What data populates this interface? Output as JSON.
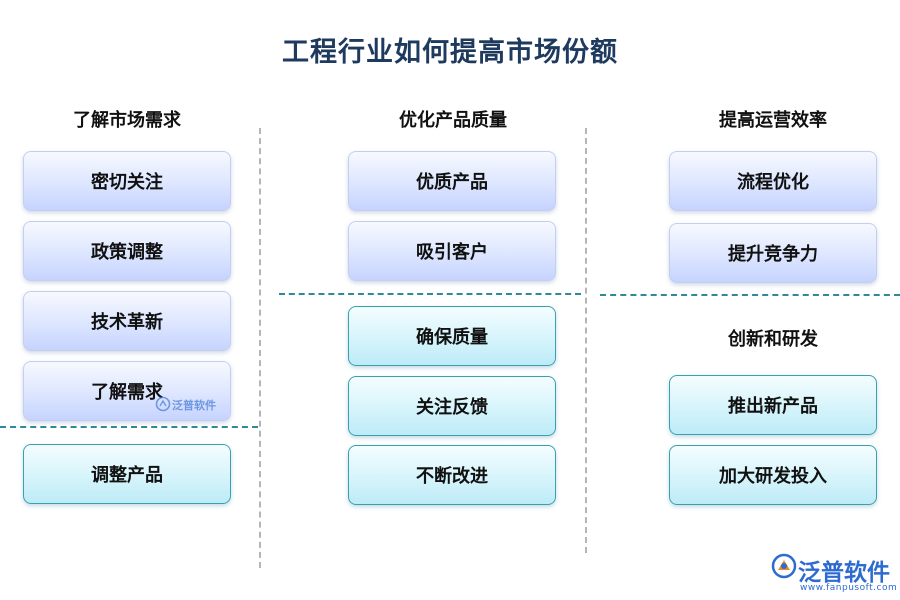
{
  "title": "工程行业如何提高市场份额",
  "columns": [
    {
      "heading": "了解市场需求",
      "items": [
        "密切关注",
        "政策调整",
        "技术革新",
        "了解需求"
      ],
      "group2": [
        "调整产品"
      ]
    },
    {
      "heading": "优化产品质量",
      "items": [
        "优质产品",
        "吸引客户"
      ],
      "group2": [
        "确保质量",
        "关注反馈",
        "不断改进"
      ]
    },
    {
      "heading": "提高运营效率",
      "items": [
        "流程优化",
        "提升竞争力"
      ],
      "subheading": "创新和研发",
      "group2": [
        "推出新产品",
        "加大研发投入"
      ]
    }
  ],
  "watermark": {
    "text": "泛普软件"
  },
  "logo": {
    "text": "泛普软件",
    "url": "www.fanpusoft.com",
    "icon": "fanpu-logo-icon"
  },
  "colors": {
    "title": "#1f3a5f",
    "box_blue": "#dde6ff",
    "box_cyan": "#d6f4fb",
    "cyan_border": "#3aa0b0",
    "dash_teal": "#2e8a96",
    "dash_gray": "#b5b5b5",
    "logo_blue": "#2d6bd0"
  }
}
